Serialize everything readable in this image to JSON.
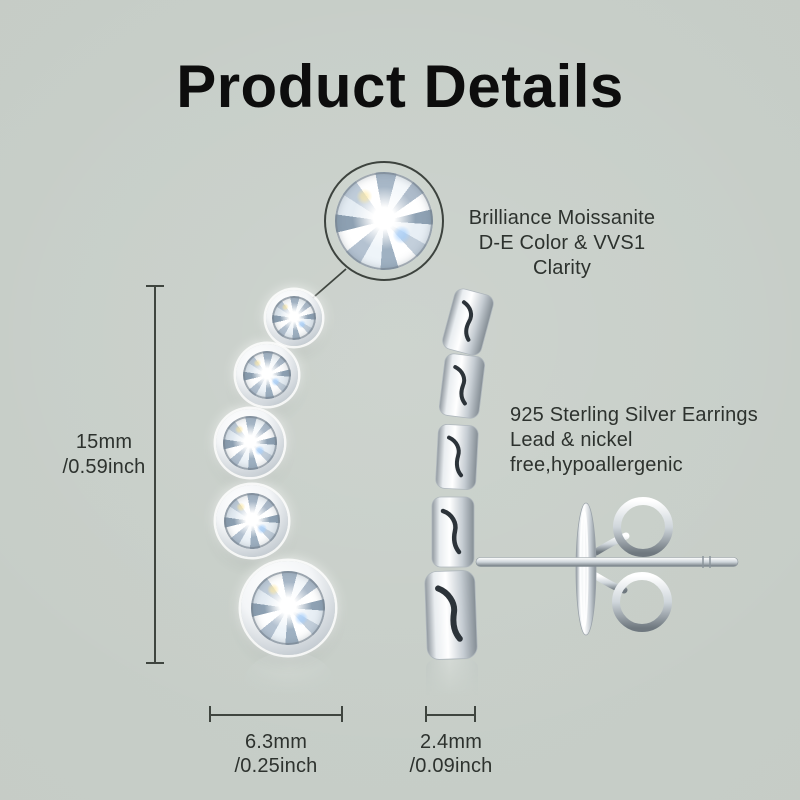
{
  "title": "Product Details",
  "gem_callout": {
    "line1": "Brilliance Moissanite",
    "line2": "D-E Color & VVS1 Clarity"
  },
  "material_note": {
    "line1": "925 Sterling Silver Earrings",
    "line2": "Lead & nickel free,hypoallergenic"
  },
  "measurements": {
    "height_mm": "15mm",
    "height_inch": "/0.59inch",
    "width_mm": "6.3mm",
    "width_inch": "/0.25inch",
    "post_mm": "2.4mm",
    "post_inch": "/0.09inch"
  },
  "colors": {
    "background": "#c5ccc6",
    "title_text": "#0d0d0d",
    "body_text": "#2d322e",
    "annotation_line": "#3f453f",
    "silver": "#ccd3d8"
  }
}
